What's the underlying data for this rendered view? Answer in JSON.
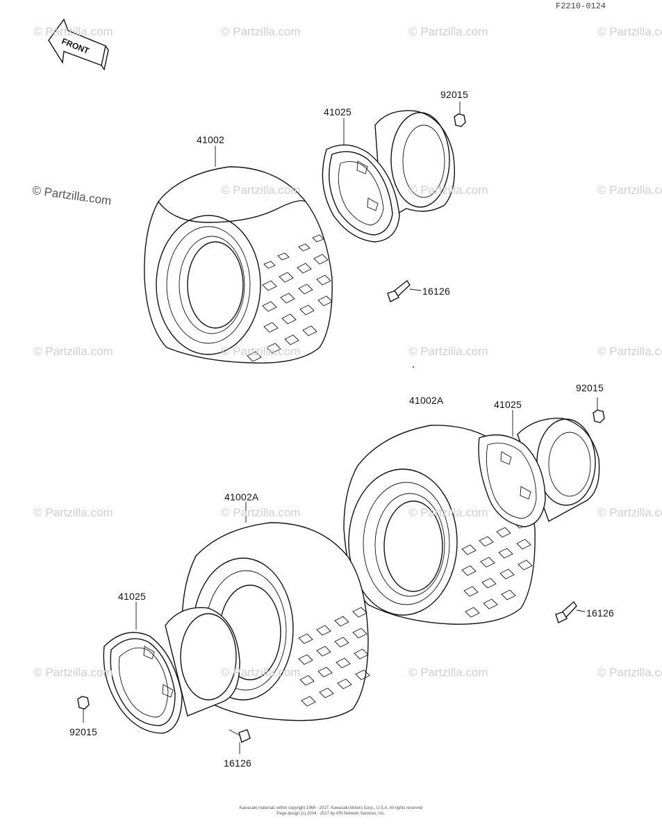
{
  "drawing_code": "F2210-0124",
  "front_arrow_label": "FRONT",
  "watermark_text": "© Partzilla.com",
  "parts": {
    "tire_top": "41002",
    "rim_top": "41025",
    "nut_top": "92015",
    "valve_top": "16126",
    "tire_mid_right": "41002A",
    "rim_mid_right": "41025",
    "nut_mid_right": "92015",
    "valve_mid_right": "16126",
    "tire_bottom_left": "41002A",
    "rim_bottom_left": "41025",
    "nut_bottom_left": "92015",
    "valve_bottom_left": "16126"
  },
  "footer": {
    "line1": "Kawasaki materials within copyright 1966 - 2017, Kawasaki Motors Corp., U.S.A.  All rights reserved",
    "line2": "Page design (c) 2004 - 2017 by ARI Network Services, Inc."
  }
}
